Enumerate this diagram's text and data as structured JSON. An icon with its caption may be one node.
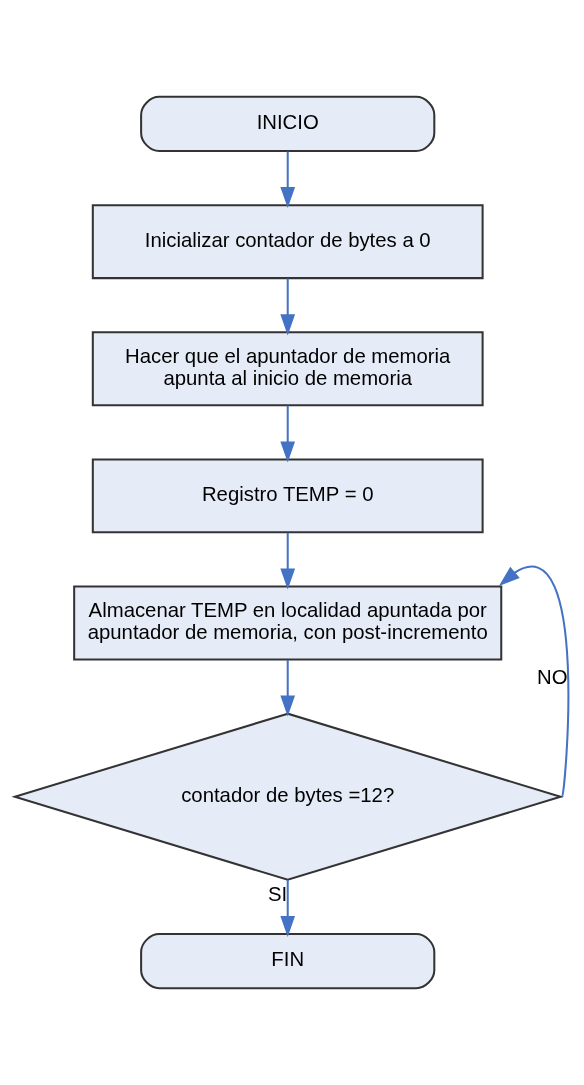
{
  "diagram": {
    "nodes": [
      {
        "text": [
          "INICIO"
        ]
      },
      {
        "text": [
          "Inicializar contador de bytes a 0"
        ]
      },
      {
        "text": [
          "Hacer que el apuntador de memoria apunta al inicio de memoria"
        ]
      },
      {
        "text": [
          "Registro TEMP = 0"
        ]
      },
      {
        "text": [
          "Almacenar TEMP en localidad apuntada por apuntador de memoria, con post-incremento"
        ]
      },
      {
        "text": [
          "contador de bytes =12?"
        ]
      },
      {
        "text": [
          "FIN"
        ]
      }
    ],
    "edges": [
      {
        "from": 0,
        "to": 1,
        "arrow": "to"
      },
      {
        "from": 1,
        "to": 2,
        "arrow": "to"
      },
      {
        "from": 2,
        "to": 3,
        "arrow": "to"
      },
      {
        "from": 3,
        "to": 4,
        "arrow": "to"
      },
      {
        "from": 4,
        "to": 5,
        "arrow": "to"
      },
      {
        "from": 5,
        "to": 4,
        "arrow": "to",
        "label": "NO"
      },
      {
        "from": 5,
        "to": 6,
        "arrow": "to",
        "label": "SI"
      }
    ]
  }
}
